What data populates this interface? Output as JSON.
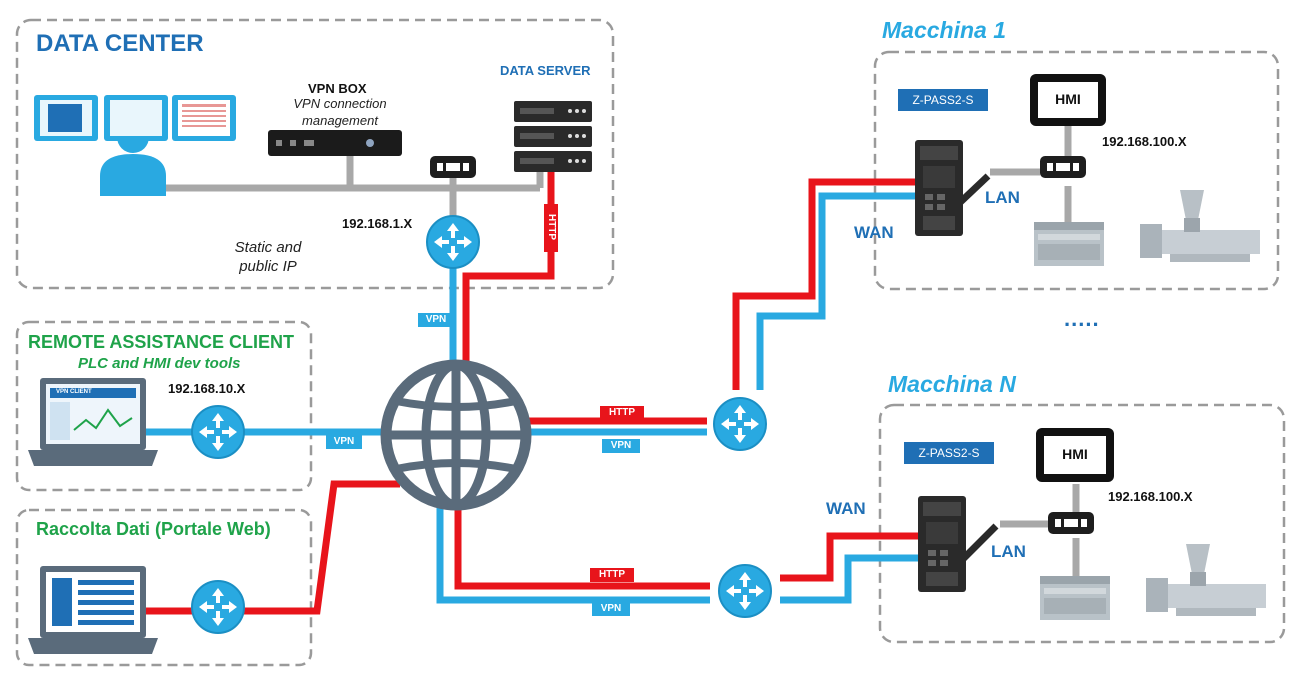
{
  "data_center": {
    "title": "DATA CENTER",
    "vpn_box_title": "VPN BOX",
    "vpn_box_desc_line1": "VPN connection",
    "vpn_box_desc_line2": "management",
    "data_server_label": "DATA SERVER",
    "router_ip": "192.168.1.X",
    "static_ip_line1": "Static and",
    "static_ip_line2": "public IP",
    "http_label": "HTTP",
    "vpn_label": "VPN"
  },
  "remote_client": {
    "title": "REMOTE ASSISTANCE CLIENT",
    "subtitle": "PLC and HMI dev tools",
    "ip": "192.168.10.X",
    "vpn_label": "VPN",
    "screen_text": "VPN CLIENT"
  },
  "raccolta": {
    "title": "Raccolta Dati (Portale Web)"
  },
  "internet_links": {
    "top_http": "HTTP",
    "top_vpn": "VPN",
    "bottom_http": "HTTP",
    "bottom_vpn": "VPN"
  },
  "machine1": {
    "title": "Macchina 1",
    "device": "Z-PASS2-S",
    "hmi": "HMI",
    "ip": "192.168.100.X",
    "lan": "LAN",
    "wan": "WAN"
  },
  "ellipsis": ".....",
  "machineN": {
    "title": "Macchina N",
    "device": "Z-PASS2-S",
    "hmi": "HMI",
    "ip": "192.168.100.X",
    "lan": "LAN",
    "wan": "WAN"
  },
  "colors": {
    "http_red": "#e8141b",
    "vpn_blue": "#29a9e1",
    "globe": "#5a6b7b",
    "title_blue": "#1f6fb5",
    "green": "#1fa34a",
    "dashed_border": "#9a9a9a"
  },
  "icons": [
    "router-icon",
    "globe-icon",
    "server-icon",
    "switch-icon",
    "laptop-icon",
    "user-icon",
    "monitor-icon",
    "plc-icon",
    "extruder-icon",
    "gateway-device-icon"
  ]
}
